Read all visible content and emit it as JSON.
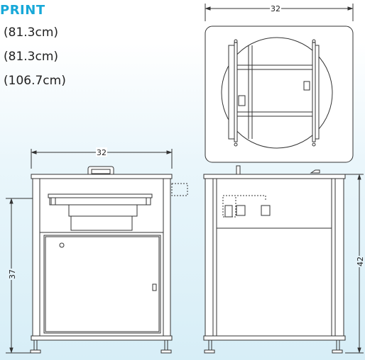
{
  "header": {
    "title": "PRINT",
    "dimensions": [
      "(81.3cm)",
      "(81.3cm)",
      "(106.7cm)"
    ]
  },
  "dimension_labels": {
    "top_view_width": "32",
    "front_width": "32",
    "front_height": "37",
    "side_height": "42"
  },
  "colors": {
    "title": "#17a8d8",
    "line": "#333333",
    "fill": "#ffffff"
  }
}
